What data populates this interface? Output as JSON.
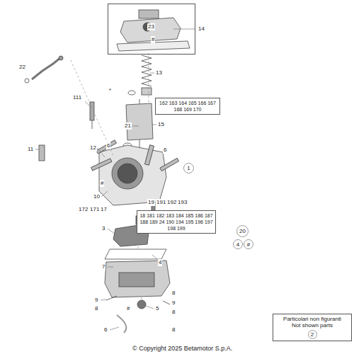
{
  "diagram": {
    "nodes": [
      {
        "text": [
          "23",
          "#"
        ]
      },
      {
        "text": [
          "162 163 164 165 166 167 168 169 170"
        ]
      },
      {
        "text": [
          "1"
        ]
      },
      {
        "text": [
          "18 181 182 183 184 185 186 187 188 189 24 190 194 195 196 197 198 199"
        ]
      },
      {
        "text": [
          "20"
        ]
      },
      {
        "text": [
          "4"
        ]
      },
      {
        "text": [
          "#"
        ]
      },
      {
        "text": [
          "Particolari non figuranti",
          "Not shown parts",
          "2"
        ]
      }
    ],
    "labels": [
      "14",
      "22",
      "13",
      "*",
      "111",
      "21",
      "15",
      "6",
      "6",
      "11",
      "12",
      "#",
      "10",
      "19",
      "191",
      "192",
      "193",
      "172",
      "171",
      "17",
      "3",
      "4",
      "7",
      "8",
      "9",
      "9",
      "8",
      "#",
      "5",
      "8",
      "6",
      "8",
      "© Copyright 2025 Betamotor S.p.A."
    ]
  }
}
